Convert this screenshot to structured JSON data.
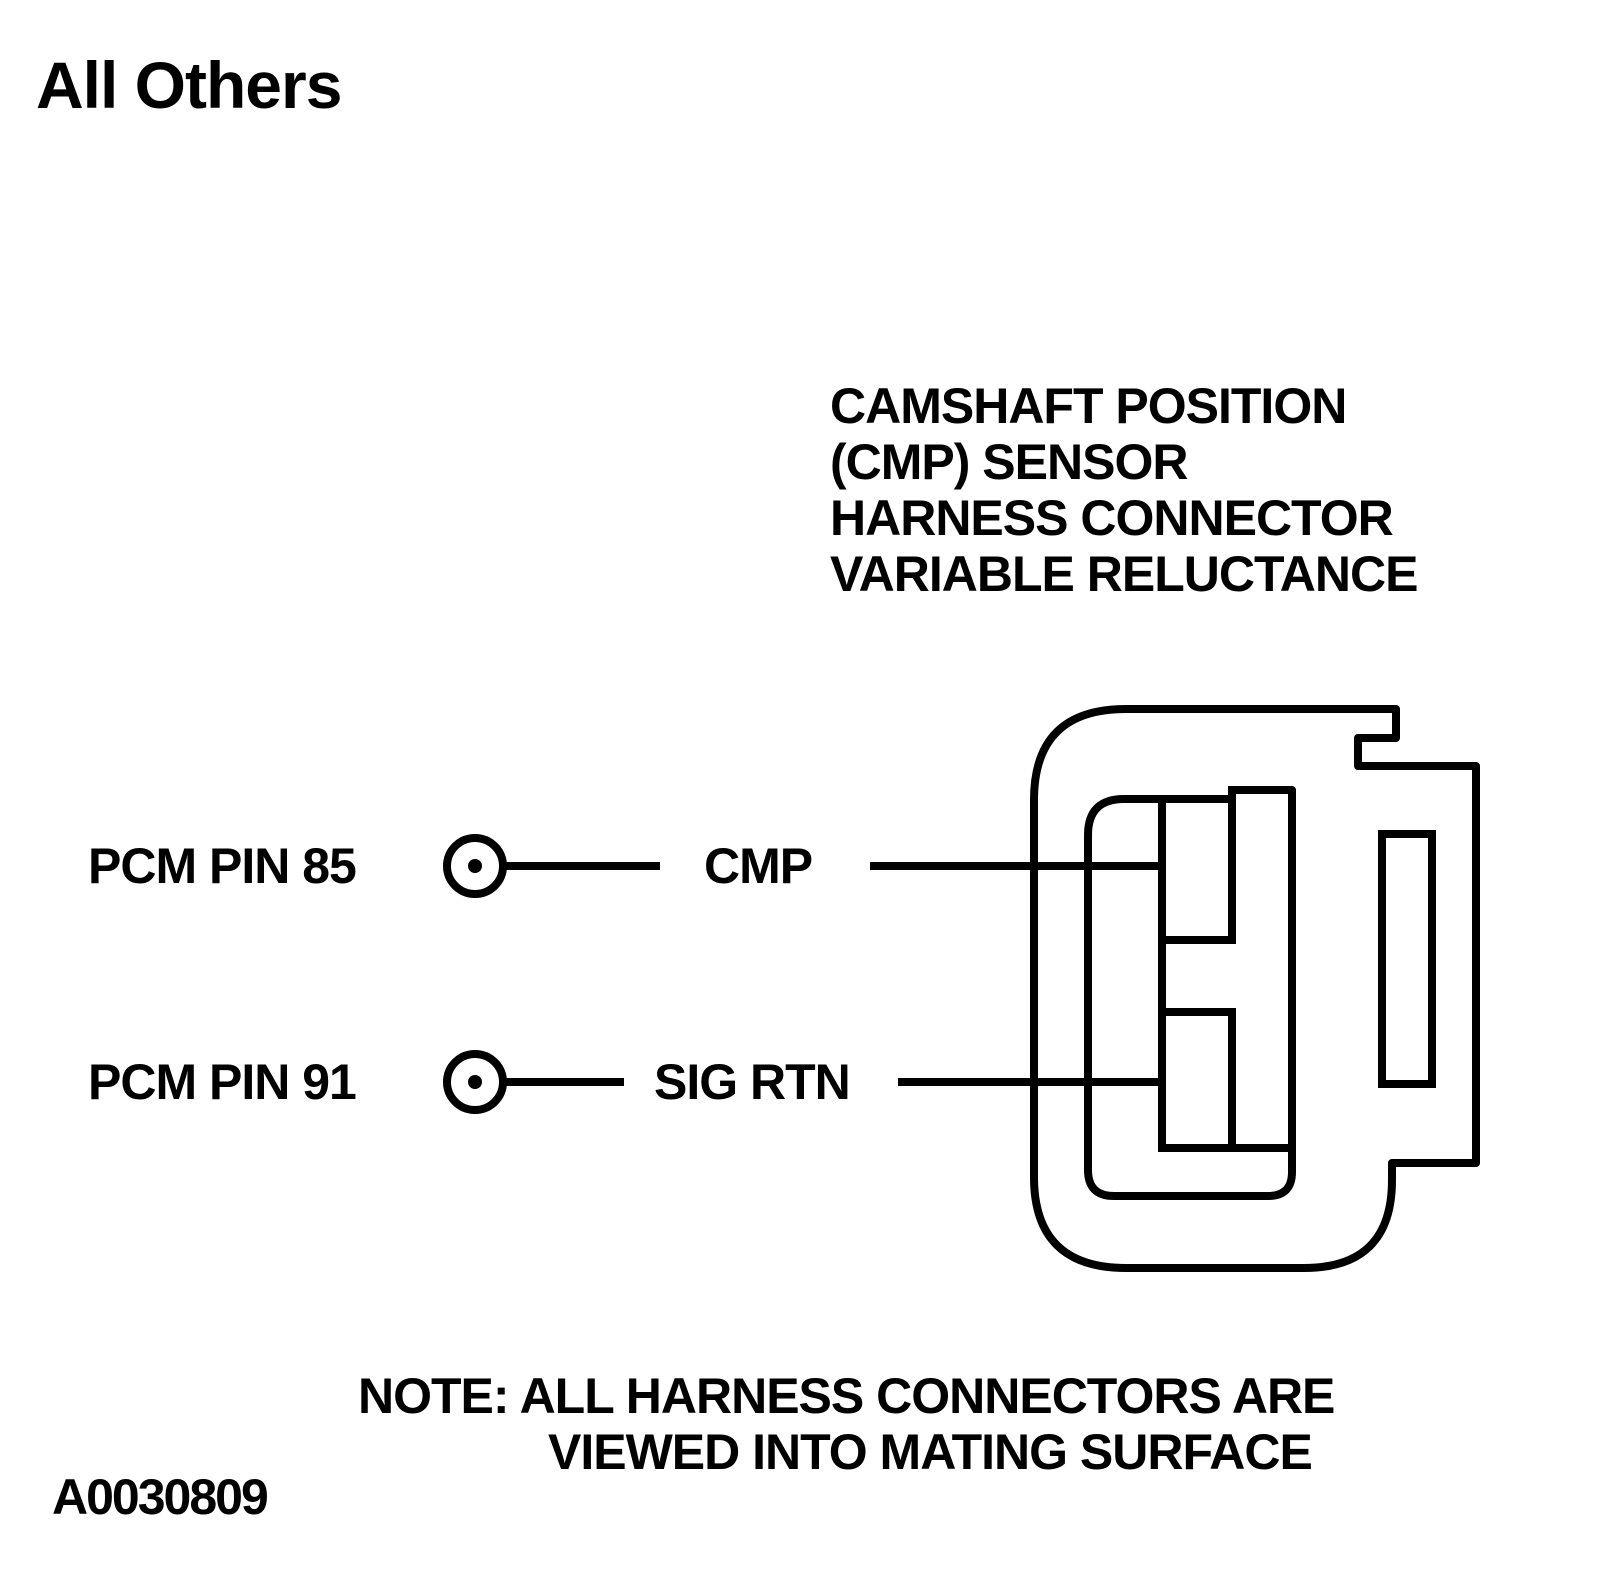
{
  "heading": "All Others",
  "connector_title": [
    "CAMSHAFT POSITION",
    "(CMP) SENSOR",
    "HARNESS CONNECTOR",
    "VARIABLE RELUCTANCE"
  ],
  "pins": [
    {
      "pcm_label": "PCM PIN 85",
      "circuit": "CMP"
    },
    {
      "pcm_label": "PCM PIN 91",
      "circuit": "SIG RTN"
    }
  ],
  "note": [
    "NOTE: ALL HARNESS CONNECTORS ARE",
    "VIEWED INTO MATING SURFACE"
  ],
  "figure_id": "A0030809"
}
